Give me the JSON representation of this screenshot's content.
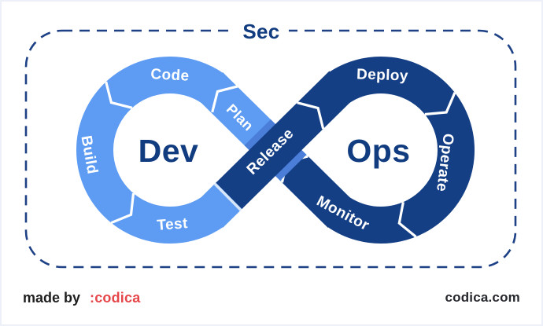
{
  "diagram": {
    "security_label": "Sec",
    "left_loop": {
      "center_label": "Dev",
      "segments": [
        "Code",
        "Build",
        "Test"
      ]
    },
    "right_loop": {
      "center_label": "Ops",
      "segments": [
        "Deploy",
        "Operate",
        "Monitor"
      ]
    },
    "bands": {
      "plan": "Plan",
      "release": "Release"
    }
  },
  "footer": {
    "made_by": "made by",
    "brand": ":codica",
    "website": "codica.com"
  },
  "colors": {
    "light-blue": "#5e9cf3",
    "dark-blue": "#153f85",
    "navy-text": "#123c80",
    "shadow-blue": "#4a7ed8",
    "border-navy": "#1e4186",
    "brand-red": "#e5474b"
  }
}
